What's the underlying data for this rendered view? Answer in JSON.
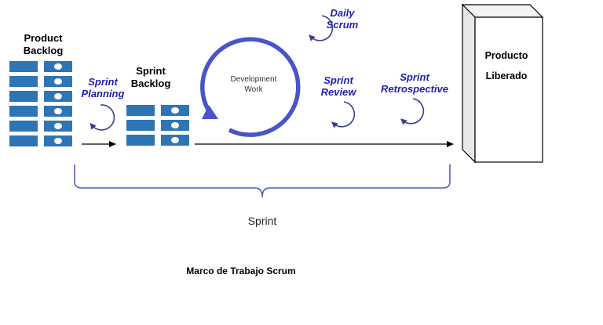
{
  "colors": {
    "block_blue": "#2e75b6",
    "label_blue": "#1f1fb4",
    "cycle_blue": "#4a54c8",
    "small_cycle_blue": "#3a3f8f"
  },
  "icons": [
    "circular-arrow-icon",
    "arrow-right-icon",
    "bracket-icon",
    "box-3d-icon"
  ],
  "product_backlog": {
    "line1": "Product",
    "line2": "Backlog"
  },
  "sprint_backlog": {
    "line1": "Sprint",
    "line2": "Backlog"
  },
  "sprint_planning": {
    "line1": "Sprint",
    "line2": "Planning"
  },
  "development_work": {
    "line1": "Development",
    "line2": "Work"
  },
  "daily_scrum": {
    "line1": "Daily",
    "line2": "Scrum"
  },
  "sprint_review": {
    "line1": "Sprint",
    "line2": "Review"
  },
  "sprint_retrospective": {
    "line1": "Sprint",
    "line2": "Retrospective"
  },
  "product_released": {
    "line1": "Producto",
    "line2": "Liberado"
  },
  "sprint_label": "Sprint",
  "caption": "Marco de Trabajo Scrum"
}
